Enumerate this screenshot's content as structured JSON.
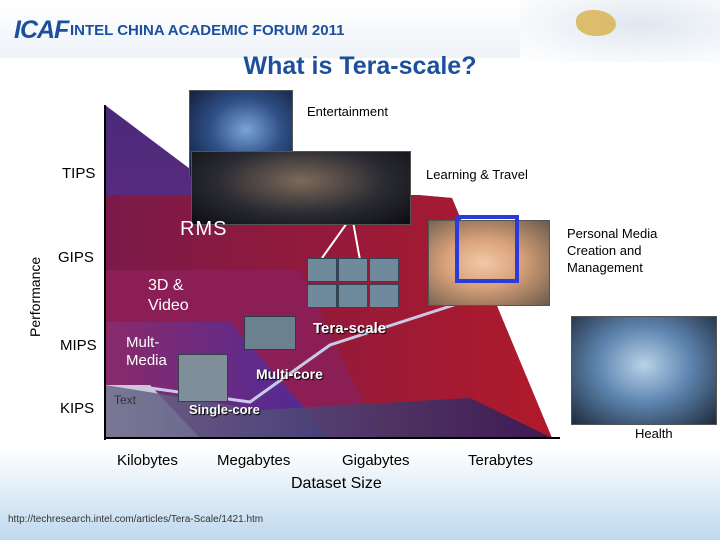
{
  "header": {
    "logo": "ICAF",
    "forum_title": "INTEL CHINA ACADEMIC FORUM 2011"
  },
  "slide": {
    "title": "What is Tera-scale?"
  },
  "axes": {
    "y_label": "Performance",
    "y_ticks": [
      "TIPS",
      "GIPS",
      "MIPS",
      "KIPS"
    ],
    "x_ticks": [
      "Kilobytes",
      "Megabytes",
      "Gigabytes",
      "Terabytes"
    ],
    "x_label": "Dataset Size"
  },
  "regions": {
    "rms": "RMS",
    "video": "3D &\nVideo",
    "multimedia": "Mult-\nMedia",
    "text": "Text"
  },
  "eras": {
    "tera_scale": "Tera-scale",
    "multi_core": "Multi-core",
    "single_core": "Single-core"
  },
  "applications": {
    "entertainment": "Entertainment",
    "learning": "Learning & Travel",
    "personal_media": "Personal Media\nCreation and\nManagement",
    "health": "Health"
  },
  "source_url": "http://techresearch.intel.com/articles/Tera-Scale/1421.htm",
  "colors": {
    "brand_blue": "#1c4f9c",
    "tips_band": "#6a2a86",
    "rms_band": "#8a1535",
    "multimedia_band": "#5e2fa0",
    "floor_band": "#3a2a6e"
  }
}
